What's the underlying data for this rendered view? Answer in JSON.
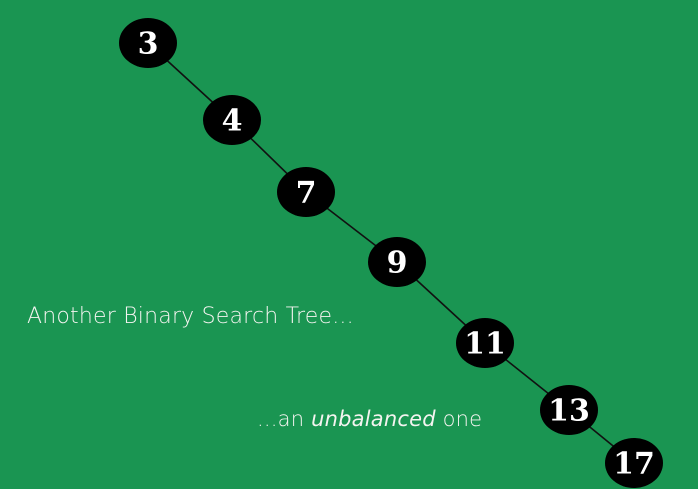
{
  "tree": {
    "nodes": [
      {
        "id": "n3",
        "label": "3"
      },
      {
        "id": "n4",
        "label": "4"
      },
      {
        "id": "n7",
        "label": "7"
      },
      {
        "id": "n9",
        "label": "9"
      },
      {
        "id": "n11",
        "label": "11"
      },
      {
        "id": "n13",
        "label": "13"
      },
      {
        "id": "n17",
        "label": "17"
      }
    ],
    "edges": [
      [
        "n3",
        "n4"
      ],
      [
        "n4",
        "n7"
      ],
      [
        "n7",
        "n9"
      ],
      [
        "n9",
        "n11"
      ],
      [
        "n11",
        "n13"
      ],
      [
        "n13",
        "n17"
      ]
    ]
  },
  "captions": {
    "main": "Another Binary Search Tree...",
    "sub_prefix": "...an ",
    "sub_emphasis": "unbalanced",
    "sub_suffix": " one"
  },
  "colors": {
    "background": "#1a9552",
    "node_fill": "#000000",
    "node_text": "#ffffff",
    "edge": "#111111",
    "caption_text": "#f4f4f0"
  }
}
